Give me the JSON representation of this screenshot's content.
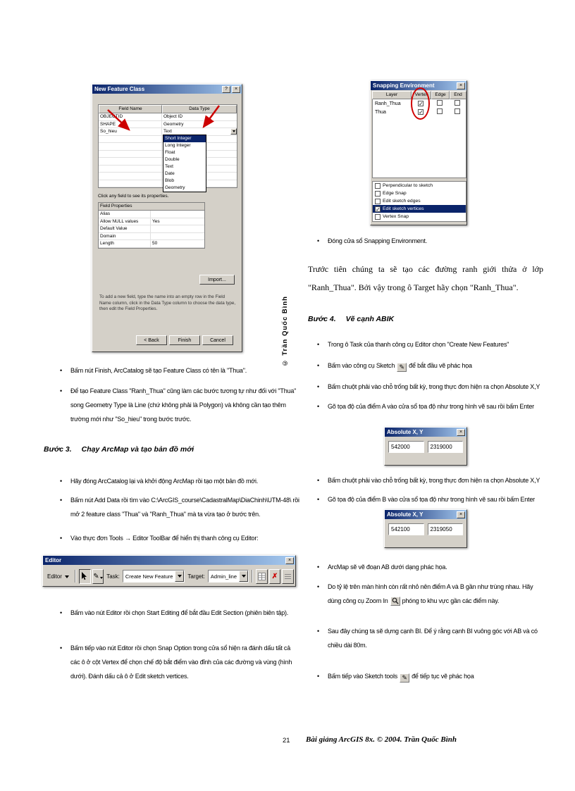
{
  "page": {
    "number": "21",
    "footer_text": "Bài giảng ArcGIS 8x. © 2004. Trần Quốc Bình",
    "vertical_credit": "© Trần Quốc Bình"
  },
  "glyphs": {
    "bullet": "•",
    "close": "×",
    "help": "?",
    "pencil": "✎",
    "delete_x": "✗"
  },
  "icons": {
    "pencil": "✎",
    "close": "×",
    "help": "?",
    "check": "✓",
    "bullet": "•",
    "delete": "✗",
    "combo-arrow": "triangle-down",
    "cursor-arrow": "black-pointer",
    "zoom-in": "magnifier"
  },
  "nfc": {
    "title": "New Feature Class",
    "col1": "Field Name",
    "col2": "Data Type",
    "rows": [
      {
        "name": "OBJECTID",
        "type": "Object ID"
      },
      {
        "name": "SHAPE",
        "type": "Geometry"
      },
      {
        "name": "So_hieu",
        "type": "Text"
      }
    ],
    "dropdown": [
      "Short Integer",
      "Long Integer",
      "Float",
      "Double",
      "Text",
      "Date",
      "Blob",
      "Geometry"
    ],
    "click_hint": "Click any field to see its properties.",
    "props_caption": "Field Properties",
    "props": [
      {
        "label": "Alias",
        "value": ""
      },
      {
        "label": "Allow NULL values",
        "value": "Yes"
      },
      {
        "label": "Default Value",
        "value": ""
      },
      {
        "label": "Domain",
        "value": ""
      },
      {
        "label": "Length",
        "value": "50"
      }
    ],
    "import_btn": "Import...",
    "help_text": "To add a new field, type the name into an empty row in the Field Name column, click in the Data Type column to choose the data type, then edit the Field Properties.",
    "back_btn": "< Back",
    "finish_btn": "Finish",
    "cancel_btn": "Cancel"
  },
  "snap": {
    "title": "Snapping Environment",
    "cols": [
      "Layer",
      "Vertex",
      "Edge",
      "End"
    ],
    "layers": [
      {
        "name": "Ranh_Thua",
        "vertex": "✓",
        "edge": "",
        "end": ""
      },
      {
        "name": "Thua",
        "vertex": "✓",
        "edge": "",
        "end": ""
      }
    ],
    "options": [
      {
        "check": "",
        "label": "Perpendicular to sketch"
      },
      {
        "check": "",
        "label": "Edge Snap"
      },
      {
        "check": "",
        "label": "Edit sketch edges"
      },
      {
        "check": "✓",
        "label": "Edit sketch vertices"
      },
      {
        "check": "",
        "label": "Vertex Snap"
      }
    ]
  },
  "toolbar": {
    "title": "Editor",
    "editor_menu": "Editor",
    "task_label": "Task:",
    "task_value": "Create New Feature",
    "target_label": "Target:",
    "target_value": "Admin_line"
  },
  "abs_a": {
    "title": "Absolute X, Y",
    "x": "542000",
    "y": "2319000"
  },
  "abs_b": {
    "title": "Absolute X, Y",
    "x": "542100",
    "y": "2319050"
  },
  "left": {
    "b1": "Bấm nút Finish, ArcCatalog sẽ tạo Feature Class có tên là \"Thua\".",
    "b2": "Để tạo Feature Class \"Ranh_Thua\" cũng làm các bước tương tự như đối với \"Thua\" song Geometry Type là Line (chứ không phải là Polygon) và không cần tạo thêm trường mới như \"So_hieu\" trong bước trước.",
    "h3_num": "Bước 3.",
    "h3_text": "Chạy ArcMap và tạo bản đồ mới",
    "b3": "Hãy đóng ArcCatalog lại và khởi động ArcMap rồi tạo một bản đồ mới.",
    "b4": "Bấm nút Add Data rồi tìm vào C:\\ArcGIS_course\\CadastralMap\\DiaChinh\\UTM-48\\ rồi mở 2 feature class \"Thua\" và \"Ranh_Thua\" mà ta vừa tạo ở bước trên.",
    "b5": "Vào thực đơn Tools → Editor ToolBar để hiển thị thanh công cụ Editor:",
    "b6": "Bấm vào nút Editor rồi chọn Start Editing để bắt đầu Edit Section (phiên biên tập).",
    "b7": "Bấm tiếp vào nút Editor rồi chọn Snap Option trong cửa sổ hiện ra đánh dấu tất cả các ô ở cột Vertex để chọn chế độ bắt điểm vào đỉnh của các đường và vùng (hình dưới). Đánh dấu cả ô ở Edit sketch vertices."
  },
  "right": {
    "b1": "Đóng cửa sổ Snapping Environment.",
    "para": "Trước tiên chúng ta sẽ tạo các đường ranh giới thửa ở lớp \"Ranh_Thua\". Bởi vậy trong ô Target hãy chọn \"Ranh_Thua\".",
    "h4_num": "Bước 4.",
    "h4_text": "Vẽ cạnh ABIK",
    "b2": "Trong ô Task của thanh công cụ Editor chọn \"Create New Features\"",
    "b3_pre": "Bấm vào công cụ Sketch",
    "b3_post": "để bắt đầu vẽ phác họa",
    "b4": "Bấm chuột phải vào chỗ trống bất kỳ, trong thực đơn hiện ra chọn Absolute X,Y",
    "b5": "Gõ tọa độ của điểm A vào cửa sổ tọa độ như trong hình vẽ sau rồi bấm Enter",
    "b6": "Bấm chuột phải vào chỗ trống bất kỳ, trong thực đơn hiện ra chọn Absolute X,Y",
    "b7": "Gõ tọa độ của điểm B vào cửa sổ tọa độ như trong hình vẽ sau rồi bấm Enter",
    "b8": "ArcMap sẽ vẽ đoạn AB dưới dạng phác họa.",
    "b9_pre": "Do tỷ lệ trên màn hình còn rất nhỏ nên điểm A và B gần như trùng nhau. Hãy dùng công cụ Zoom In",
    "b9_post": "phóng to khu vực gần các điểm này.",
    "b10": "Sau đây chúng ta sẽ dựng cạnh BI. Để ý rằng cạnh BI vuông góc với AB và có chiều dài 80m.",
    "b11_pre": "Bấm tiếp vào Sketch tools",
    "b11_post": "để tiếp tục vẽ phác họa"
  }
}
